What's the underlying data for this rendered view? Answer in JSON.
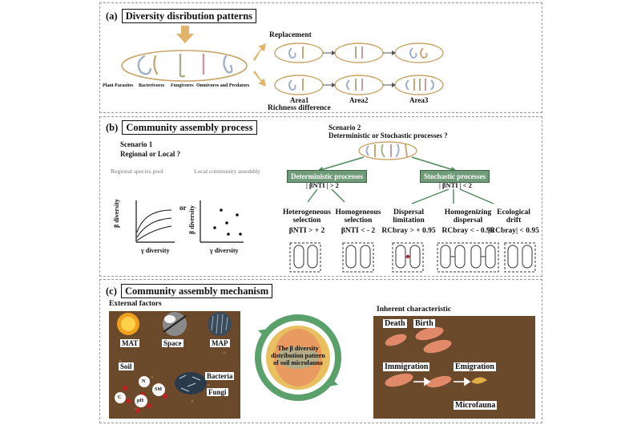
{
  "panel_a": {
    "tag": "(a)",
    "title": "Diversity disribution patterns",
    "replacement": "Replacement",
    "richness_difference": "Richness difference",
    "groups": [
      "Plant Parasites",
      "Bacterivores",
      "Fungivores",
      "Omnivores and Predators"
    ],
    "areas": [
      "Area1",
      "Area2",
      "Area3"
    ]
  },
  "panel_b": {
    "tag": "(b)",
    "title": "Community assembly process",
    "scenario1": "Scenario 1",
    "scenario1_q": "Regional or Local ?",
    "regional_pool": "Regional species pool",
    "or": "or",
    "local_assembly": "Local community assembly",
    "scenario2": "Scenario 2",
    "scenario2_q": "Deterministic or Stochastic processes ?",
    "deterministic": "Deterministic processes",
    "stochastic": "Stochastic processes",
    "det_cond": "| βNTI | > 2",
    "sto_cond": "| βNTI | < 2",
    "y_axis": "β diversity",
    "x_axis": "γ diversity",
    "processes": [
      {
        "name1": "Heterogeneous",
        "name2": "selection",
        "cond": "βNTI > + 2"
      },
      {
        "name1": "Homogeneous",
        "name2": "selection",
        "cond": "βNTI < - 2"
      },
      {
        "name1": "Dispersal",
        "name2": "limitation",
        "cond": "RCbray > + 0.95"
      },
      {
        "name1": "Homogenizing",
        "name2": "dispersal",
        "cond": "RCbray < - 0.95"
      },
      {
        "name1": "Ecological",
        "name2": "drift",
        "cond": "|RCbray| < 0.95"
      }
    ]
  },
  "panel_c": {
    "tag": "(c)",
    "title": "Community assembly mechanism",
    "external": "External factors",
    "mat": "MAT",
    "space": "Space",
    "map": "MAP",
    "soil": "Soil",
    "bacteria": "Bacteria",
    "fungi": "Fungi",
    "soil_chem": [
      "C",
      "N",
      "pH",
      "SM"
    ],
    "center_lines": [
      "The β diversity",
      "distribution pattern",
      "of soil microfauna"
    ],
    "inherent": "Inherent characteristic",
    "death": "Death",
    "birth": "Birth",
    "immigration": "Immigration",
    "emigration": "Emigration",
    "microfauna": "Microfauna"
  },
  "colors": {
    "arrow": "#e0b46a",
    "green_box": "#6f9b78",
    "soil": "#6b4a2b",
    "microfauna": "#e08a6a"
  }
}
